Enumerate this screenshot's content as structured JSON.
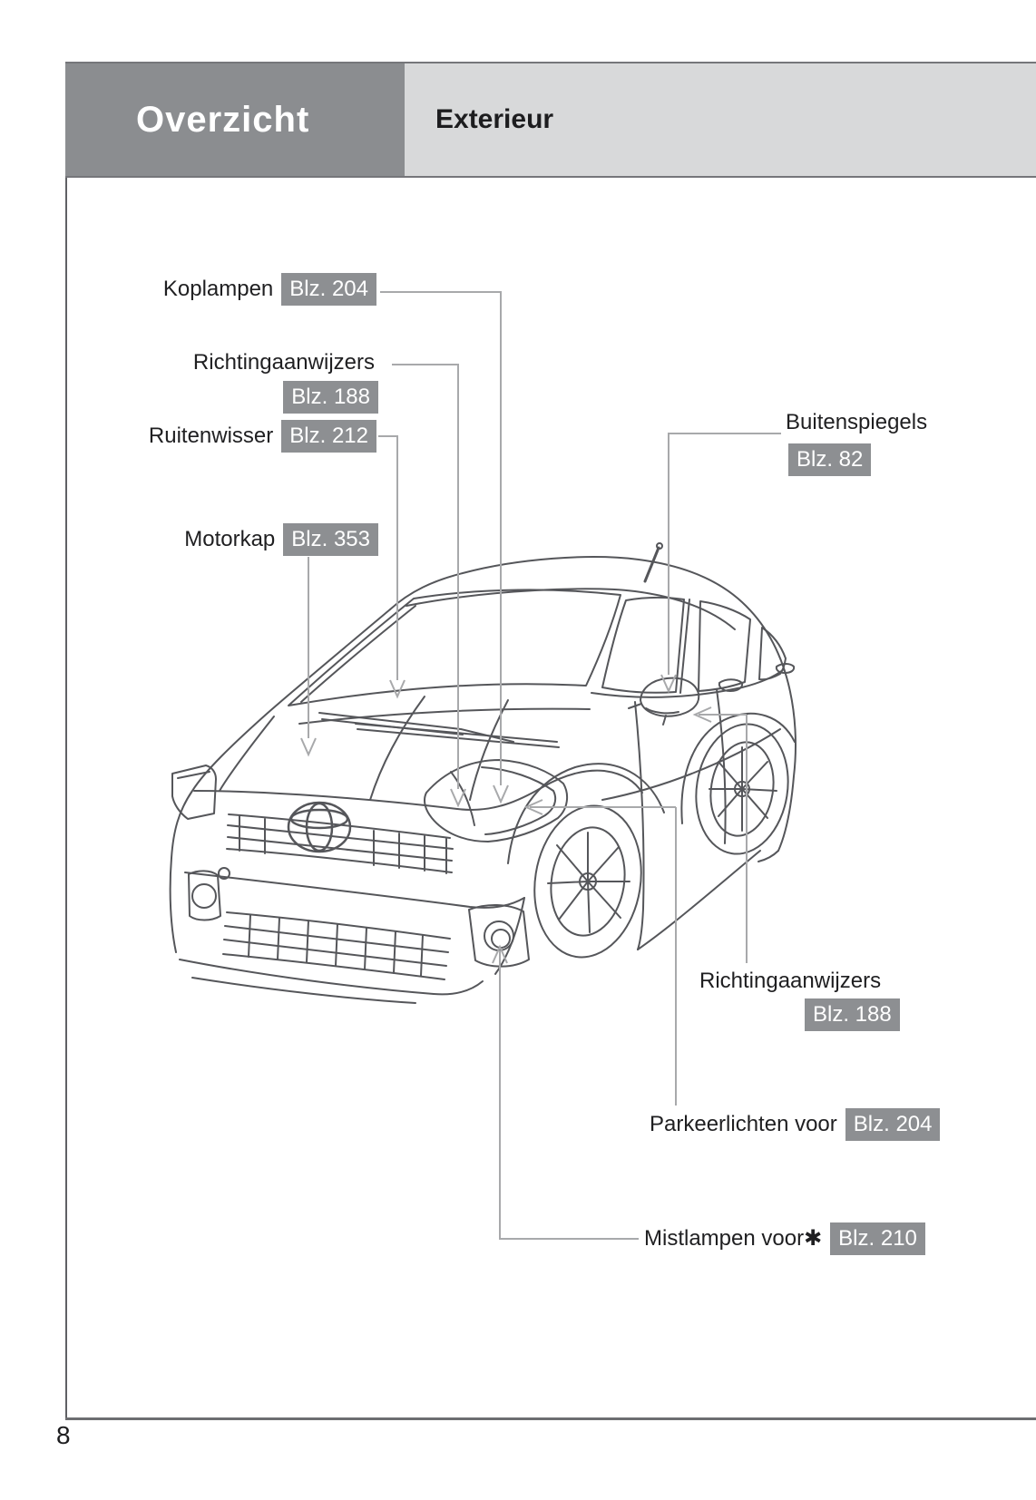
{
  "header": {
    "section_label": "Overzicht",
    "page_title": "Exterieur"
  },
  "page_number": "8",
  "callouts": {
    "koplampen": {
      "label": "Koplampen",
      "ref": "Blz. 204"
    },
    "richtingaanwijzers_voor": {
      "label": "Richtingaanwijzers",
      "ref": "Blz. 188"
    },
    "ruitenwisser": {
      "label": "Ruitenwisser",
      "ref": "Blz. 212"
    },
    "motorkap": {
      "label": "Motorkap",
      "ref": "Blz. 353"
    },
    "buitenspiegels": {
      "label": "Buitenspiegels",
      "ref": "Blz. 82"
    },
    "richtingaanwijzers_spiegel": {
      "label": "Richtingaanwijzers",
      "ref": "Blz. 188"
    },
    "parkeerlichten_voor": {
      "label": "Parkeerlichten voor",
      "ref": "Blz. 204"
    },
    "mistlampen_voor": {
      "label": "Mistlampen voor✱",
      "ref": "Blz. 210"
    }
  },
  "colors": {
    "header_tab_bg": "#8b8d90",
    "header_band_bg": "#d8d9da",
    "badge_bg": "#8d8f92",
    "badge_text": "#ffffff",
    "callout_line": "#a8a9ab",
    "artwork_line": "#55565a",
    "label_text": "#1f1f21"
  }
}
